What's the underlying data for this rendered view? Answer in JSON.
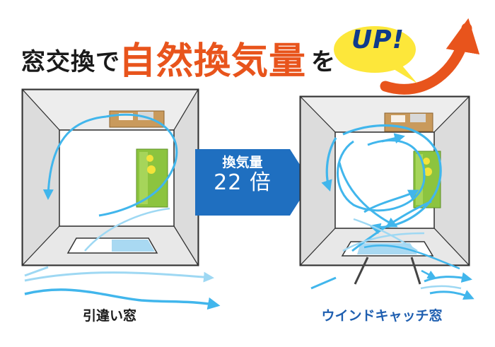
{
  "headline": {
    "prefix": "窓交換で",
    "emphasis": "自然換気量",
    "particle": "を",
    "badge": "UP!"
  },
  "center_arrow": {
    "label": "換気量",
    "value": "22 倍"
  },
  "captions": {
    "left": "引違い窓",
    "right": "ウインドキャッチ窓"
  },
  "colors": {
    "accent": "#e8541c",
    "badge_fill": "#fde73a",
    "badge_text": "#0f3b8c",
    "arrow_blue": "#1f6fc0",
    "airflow": "#41b6ec",
    "sofa": "#8cc43f",
    "shelf": "#c99a5c"
  }
}
